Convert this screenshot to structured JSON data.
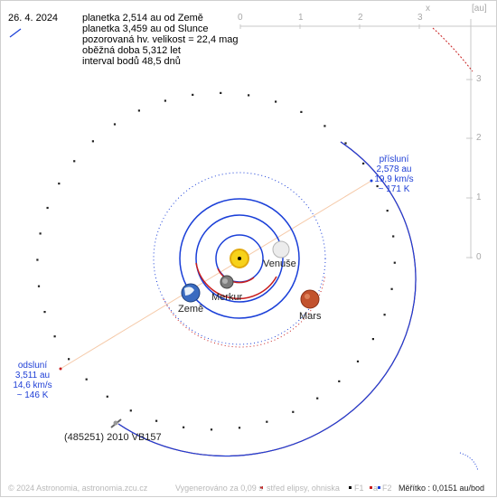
{
  "header": {
    "date": "26. 4. 2024",
    "lines": [
      "planetka 2,514 au od Země",
      "planetka 3,459 au od Slunce",
      "pozorovaná hv. velikost = 22,4 mag",
      "oběžná doba 5,312 let",
      "interval bodů 48,5 dnů"
    ]
  },
  "axes": {
    "x_ticks": [
      "0",
      "1",
      "2",
      "3"
    ],
    "x_label": "x",
    "unit_label": "[au]",
    "y_ticks": [
      "3",
      "2",
      "1",
      "0"
    ]
  },
  "perihelion": {
    "title": "přísluní",
    "distance": "2,578 au",
    "speed": "19,9 km/s",
    "temp": "~ 171 K"
  },
  "aphelion": {
    "title": "odsluní",
    "distance": "3,511 au",
    "speed": "14,6 km/s",
    "temp": "~ 146 K"
  },
  "planets": {
    "venus": "Venuše",
    "mercury": "Merkur",
    "earth": "Země",
    "mars": "Mars"
  },
  "asteroid_label": "(485251) 2010 VB157",
  "footer": {
    "copyright": "© 2024 Astronomia, astronomia.zcu.cz",
    "generated": "Vygenerováno za 0,09 s",
    "legend_center": "střed elipsy, ohniska",
    "legend_f1": "F1",
    "legend_a": "a",
    "legend_f2": "F2",
    "scale": "Měřítko : 0,0151 au/bod"
  },
  "colors": {
    "orbit_above": "#1a3fd8",
    "orbit_below": "#c81e1e",
    "axis": "#c8c8c8",
    "apsides_line": "#f5c9a8"
  }
}
